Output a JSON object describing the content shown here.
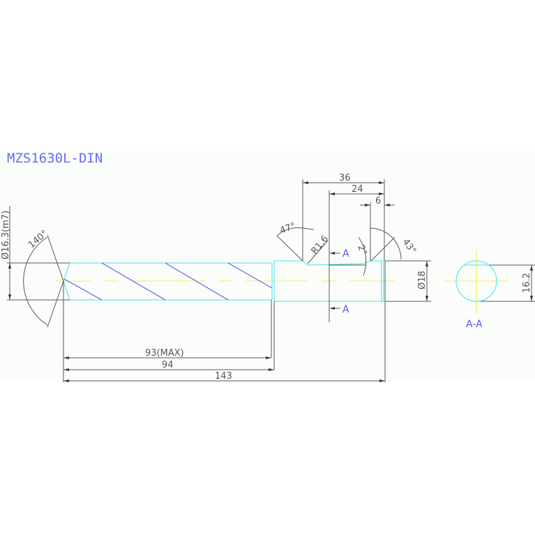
{
  "drawing": {
    "title": "MZS1630L-DIN",
    "colors": {
      "background": "#fbfdfb",
      "outline": "#66e8f0",
      "flute": "#5a5ae6",
      "centerline": "#f2f25a",
      "dimension": "#555555",
      "label": "#5555ee"
    },
    "dimensions": {
      "tip_angle": "140°",
      "body_diameter": "Ø16.3(m7)",
      "flute_length": "93(MAX)",
      "shank_start": "94",
      "overall_length": "143",
      "notch_angle_left": "47°",
      "notch_radius": "R1.6",
      "flat_length_total": "36",
      "flat_length": "24",
      "end_length": "6",
      "flat_angle": "2°",
      "notch_angle_right": "43°",
      "shank_diameter": "Ø18",
      "section_flat": "16.2"
    },
    "section": {
      "marker_top": "A",
      "marker_bottom": "A",
      "view_label": "A-A"
    }
  }
}
